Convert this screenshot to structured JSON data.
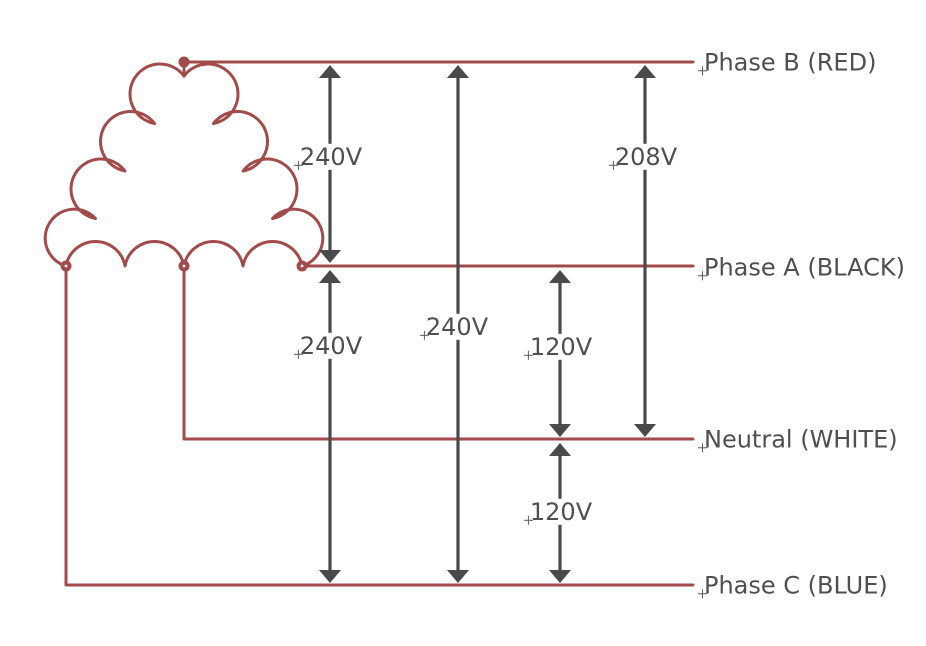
{
  "component": {
    "name": "delta-transformer-winding",
    "description": "three-phase delta winding with center-tapped leg"
  },
  "colors": {
    "wire": "#a14b4b",
    "arrow": "#4a4a4a",
    "label_text": "#4f4f4f",
    "background": "#ffffff"
  },
  "phases": [
    {
      "id": "phase-b",
      "label": "Phase B (RED)"
    },
    {
      "id": "phase-a",
      "label": "Phase A (BLACK)"
    },
    {
      "id": "neutral",
      "label": "Neutral (WHITE)"
    },
    {
      "id": "phase-c",
      "label": "Phase C (BLUE)"
    }
  ],
  "voltages": [
    {
      "from": "phase-b",
      "to": "phase-a",
      "value": "240V"
    },
    {
      "from": "phase-b",
      "to": "phase-c",
      "value": "240V"
    },
    {
      "from": "phase-b",
      "to": "neutral",
      "value": "208V"
    },
    {
      "from": "phase-a",
      "to": "phase-c",
      "value": "240V"
    },
    {
      "from": "phase-a",
      "to": "neutral",
      "value": "120V"
    },
    {
      "from": "neutral",
      "to": "phase-c",
      "value": "120V"
    }
  ]
}
